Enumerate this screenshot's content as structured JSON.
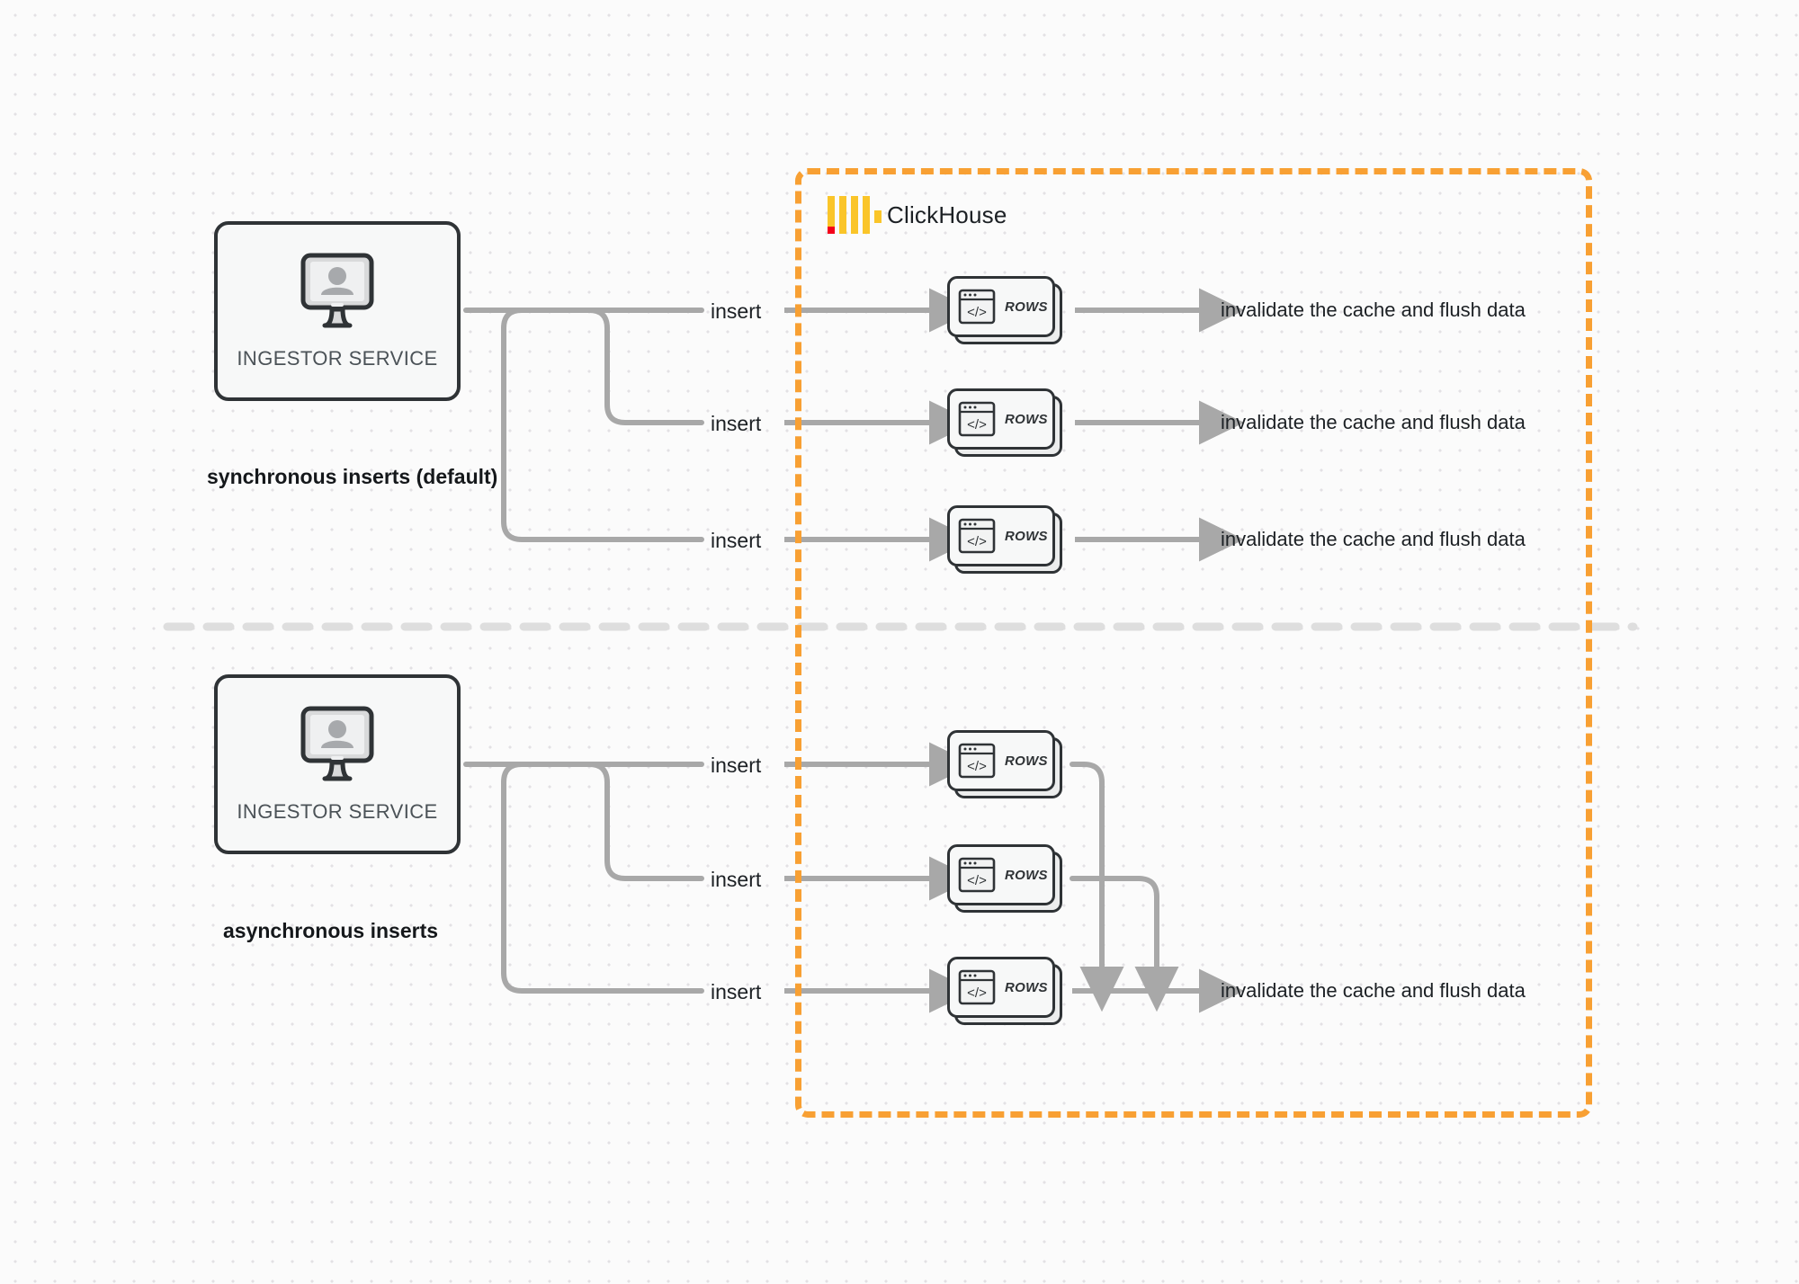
{
  "diagram": {
    "title": "ClickHouse synchronous vs asynchronous inserts",
    "colors": {
      "background": "#fbfbfb",
      "dot_grid": "#e3e1e4",
      "clickhouse_orange": "#f8a033",
      "logo_yellow": "#fac529",
      "logo_red": "#f4001a",
      "connector_gray": "#a8a8a8",
      "box_outline": "#2f3336",
      "divider_gray": "#dedede"
    }
  },
  "clickhouse_region": {
    "brand_name": "ClickHouse",
    "logo_icon": "clickhouse-logo-icon"
  },
  "sections": [
    {
      "id": "synchronous",
      "caption": "synchronous inserts (default)",
      "service": {
        "label": "INGESTOR SERVICE",
        "icon": "monitor-user-icon"
      },
      "rows": [
        {
          "insert_label": "insert",
          "card_label": "ROWS",
          "card_icon": "code-window-icon",
          "result_label": "invalidate the cache and flush data"
        },
        {
          "insert_label": "insert",
          "card_label": "ROWS",
          "card_icon": "code-window-icon",
          "result_label": "invalidate the cache and flush data"
        },
        {
          "insert_label": "insert",
          "card_label": "ROWS",
          "card_icon": "code-window-icon",
          "result_label": "invalidate the cache and flush data"
        }
      ]
    },
    {
      "id": "asynchronous",
      "caption": "asynchronous inserts",
      "service": {
        "label": "INGESTOR SERVICE",
        "icon": "monitor-user-icon"
      },
      "rows": [
        {
          "insert_label": "insert",
          "card_label": "ROWS",
          "card_icon": "code-window-icon"
        },
        {
          "insert_label": "insert",
          "card_label": "ROWS",
          "card_icon": "code-window-icon"
        },
        {
          "insert_label": "insert",
          "card_label": "ROWS",
          "card_icon": "code-window-icon"
        }
      ],
      "merged_result_label": "invalidate the cache and flush data"
    }
  ]
}
